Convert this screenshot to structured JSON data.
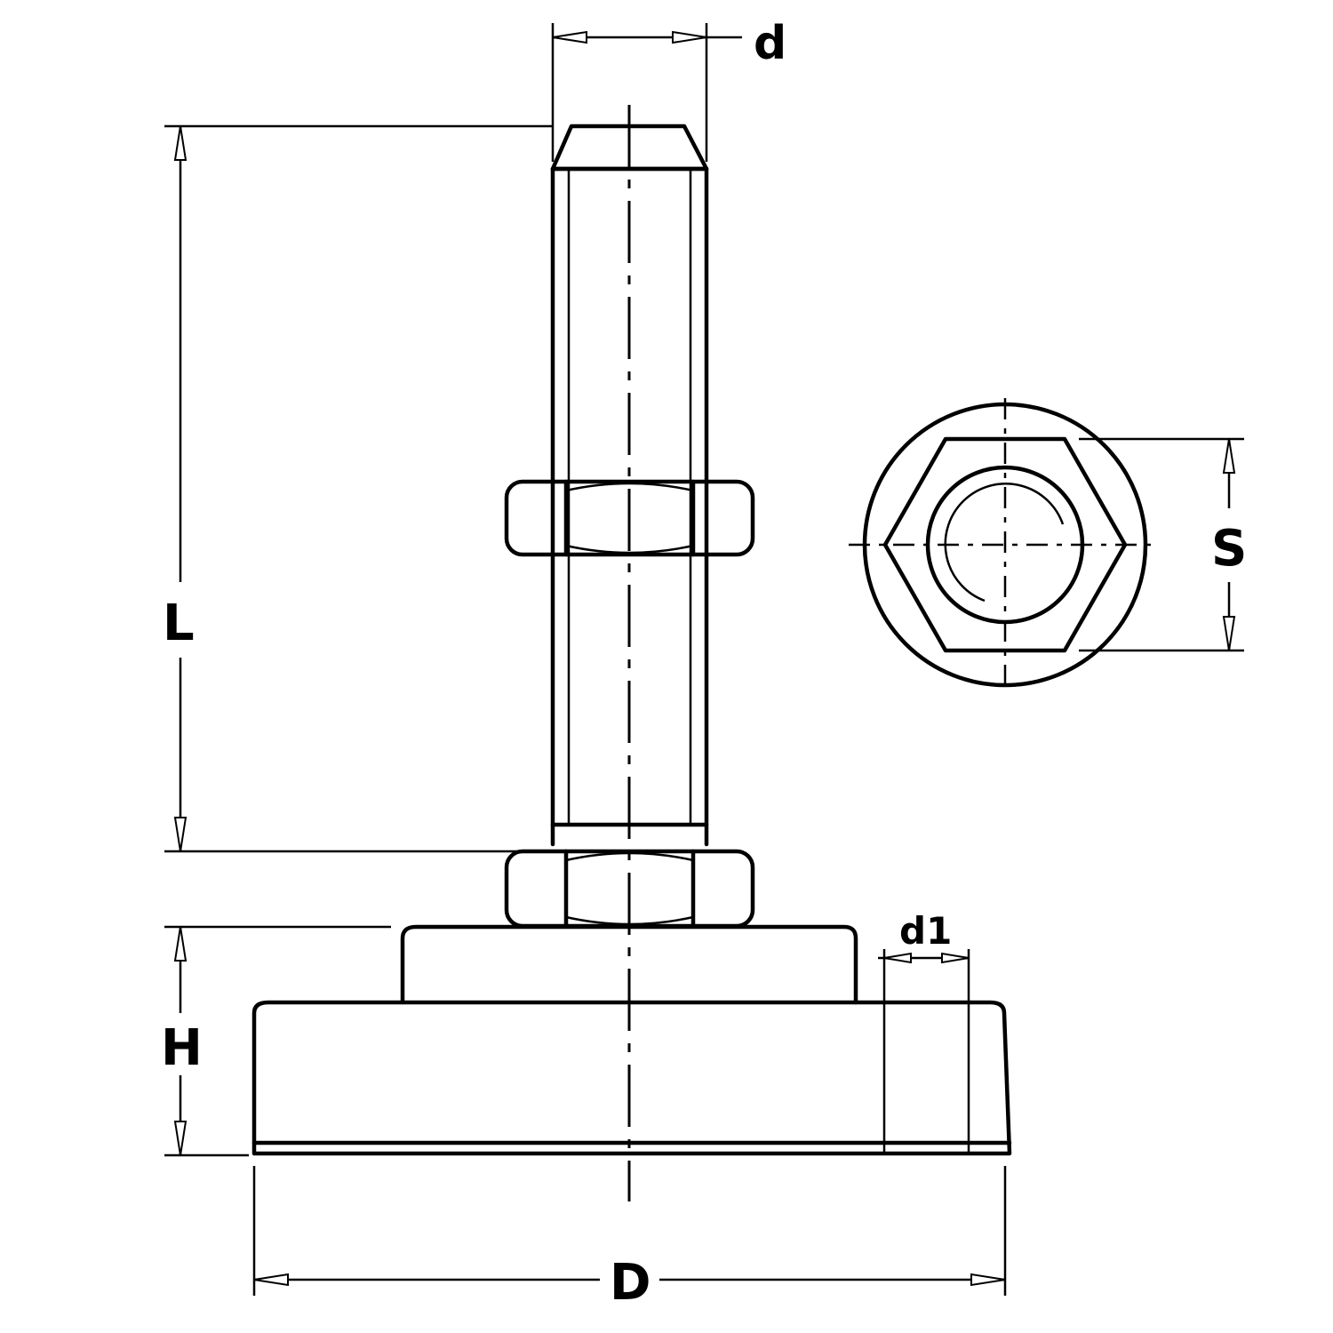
{
  "diagram": {
    "labels": {
      "d": "d",
      "L": "L",
      "S": "S",
      "d1": "d1",
      "H": "H",
      "D": "D"
    }
  }
}
